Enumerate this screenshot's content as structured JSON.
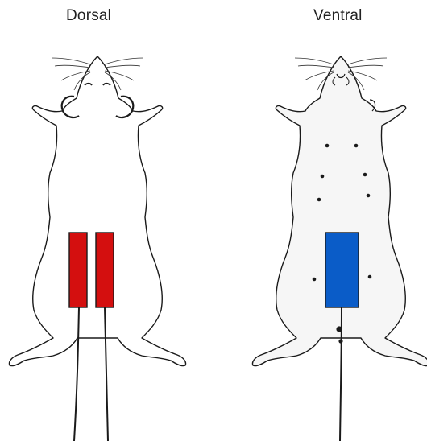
{
  "labels": {
    "dorsal": "Dorsal",
    "ventral": "Ventral"
  },
  "colors": {
    "dorsal_electrode": "#d40f0f",
    "ventral_electrode": "#0a5cc8",
    "outline": "#1a1a1a",
    "ventral_fill": "#f6f6f6"
  },
  "icons": [
    "mouse-dorsal-outline",
    "mouse-ventral-outline"
  ]
}
